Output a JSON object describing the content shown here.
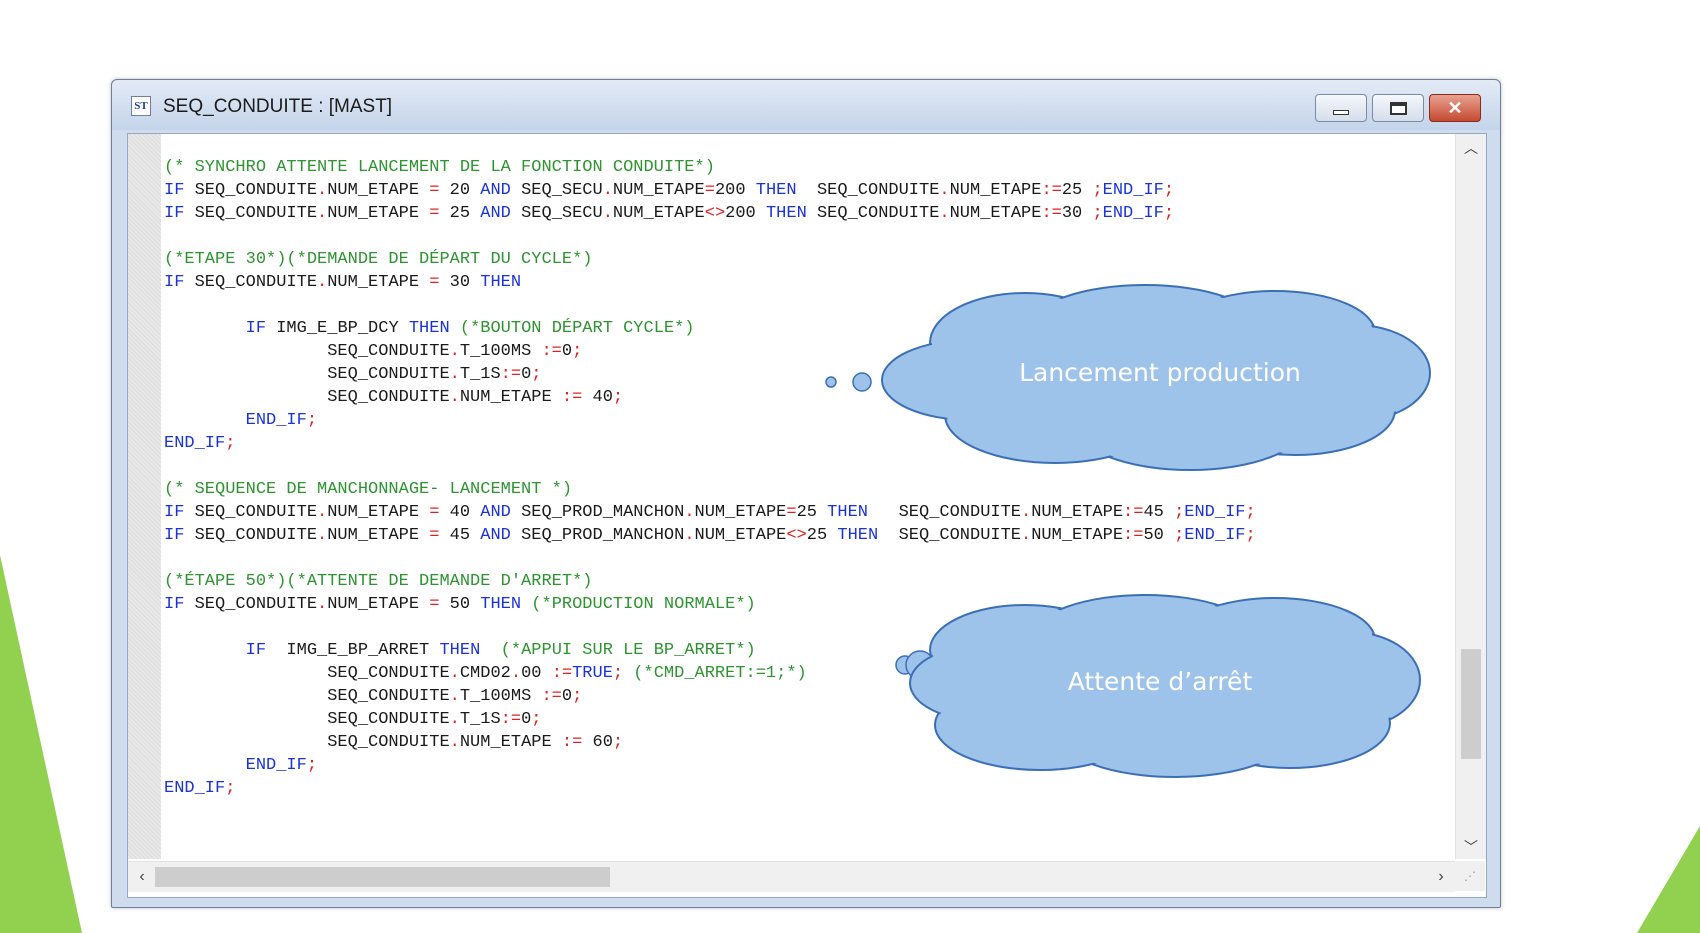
{
  "window": {
    "title": "SEQ_CONDUITE : [MAST]",
    "app_icon": "st-language-icon",
    "buttons": {
      "minimize_icon": "minimize-icon",
      "maximize_icon": "maximize-icon",
      "close_icon": "close-icon",
      "close_glyph": "✕"
    }
  },
  "colors": {
    "keyword": "#1a33d9",
    "comment": "#2e9430",
    "operator": "#e02020",
    "identifier": "#1a1a1a",
    "cloud_fill": "#9ec3ea",
    "cloud_stroke": "#3b6fb5",
    "slide_accent": "#92d050"
  },
  "code_lines": [
    [
      {
        "t": "(* SYNCHRO ATTENTE LANCEMENT DE LA FONCTION CONDUITE*)",
        "c": "cm"
      }
    ],
    [
      {
        "t": "IF",
        "c": "kw"
      },
      {
        "t": " SEQ_CONDUITE",
        "c": "id"
      },
      {
        "t": ".",
        "c": "op"
      },
      {
        "t": "NUM_ETAPE ",
        "c": "id"
      },
      {
        "t": "=",
        "c": "op"
      },
      {
        "t": " 20 ",
        "c": "id"
      },
      {
        "t": "AND",
        "c": "kw"
      },
      {
        "t": " SEQ_SECU",
        "c": "id"
      },
      {
        "t": ".",
        "c": "op"
      },
      {
        "t": "NUM_ETAPE",
        "c": "id"
      },
      {
        "t": "=",
        "c": "op"
      },
      {
        "t": "200 ",
        "c": "id"
      },
      {
        "t": "THEN",
        "c": "kw"
      },
      {
        "t": "  SEQ_CONDUITE",
        "c": "id"
      },
      {
        "t": ".",
        "c": "op"
      },
      {
        "t": "NUM_ETAPE",
        "c": "id"
      },
      {
        "t": ":=",
        "c": "op"
      },
      {
        "t": "25 ",
        "c": "id"
      },
      {
        "t": ";",
        "c": "op"
      },
      {
        "t": "END_IF",
        "c": "kw"
      },
      {
        "t": ";",
        "c": "op"
      }
    ],
    [
      {
        "t": "IF",
        "c": "kw"
      },
      {
        "t": " SEQ_CONDUITE",
        "c": "id"
      },
      {
        "t": ".",
        "c": "op"
      },
      {
        "t": "NUM_ETAPE ",
        "c": "id"
      },
      {
        "t": "=",
        "c": "op"
      },
      {
        "t": " 25 ",
        "c": "id"
      },
      {
        "t": "AND",
        "c": "kw"
      },
      {
        "t": " SEQ_SECU",
        "c": "id"
      },
      {
        "t": ".",
        "c": "op"
      },
      {
        "t": "NUM_ETAPE",
        "c": "id"
      },
      {
        "t": "<>",
        "c": "op"
      },
      {
        "t": "200 ",
        "c": "id"
      },
      {
        "t": "THEN",
        "c": "kw"
      },
      {
        "t": " SEQ_CONDUITE",
        "c": "id"
      },
      {
        "t": ".",
        "c": "op"
      },
      {
        "t": "NUM_ETAPE",
        "c": "id"
      },
      {
        "t": ":=",
        "c": "op"
      },
      {
        "t": "30 ",
        "c": "id"
      },
      {
        "t": ";",
        "c": "op"
      },
      {
        "t": "END_IF",
        "c": "kw"
      },
      {
        "t": ";",
        "c": "op"
      }
    ],
    [],
    [
      {
        "t": "(*ETAPE 30*)(*DEMANDE DE DÉPART DU CYCLE*)",
        "c": "cm"
      }
    ],
    [
      {
        "t": "IF",
        "c": "kw"
      },
      {
        "t": " SEQ_CONDUITE",
        "c": "id"
      },
      {
        "t": ".",
        "c": "op"
      },
      {
        "t": "NUM_ETAPE ",
        "c": "id"
      },
      {
        "t": "=",
        "c": "op"
      },
      {
        "t": " 30 ",
        "c": "id"
      },
      {
        "t": "THEN",
        "c": "kw"
      }
    ],
    [],
    [
      {
        "t": "        ",
        "c": "id"
      },
      {
        "t": "IF",
        "c": "kw"
      },
      {
        "t": " IMG_E_BP_DCY ",
        "c": "id"
      },
      {
        "t": "THEN",
        "c": "kw"
      },
      {
        "t": " (*BOUTON DÉPART CYCLE*)",
        "c": "cm"
      }
    ],
    [
      {
        "t": "                SEQ_CONDUITE",
        "c": "id"
      },
      {
        "t": ".",
        "c": "op"
      },
      {
        "t": "T_100MS ",
        "c": "id"
      },
      {
        "t": ":=",
        "c": "op"
      },
      {
        "t": "0",
        "c": "id"
      },
      {
        "t": ";",
        "c": "op"
      }
    ],
    [
      {
        "t": "                SEQ_CONDUITE",
        "c": "id"
      },
      {
        "t": ".",
        "c": "op"
      },
      {
        "t": "T_1S",
        "c": "id"
      },
      {
        "t": ":=",
        "c": "op"
      },
      {
        "t": "0",
        "c": "id"
      },
      {
        "t": ";",
        "c": "op"
      }
    ],
    [
      {
        "t": "                SEQ_CONDUITE",
        "c": "id"
      },
      {
        "t": ".",
        "c": "op"
      },
      {
        "t": "NUM_ETAPE ",
        "c": "id"
      },
      {
        "t": ":=",
        "c": "op"
      },
      {
        "t": " 40",
        "c": "id"
      },
      {
        "t": ";",
        "c": "op"
      }
    ],
    [
      {
        "t": "        ",
        "c": "id"
      },
      {
        "t": "END_IF",
        "c": "kw"
      },
      {
        "t": ";",
        "c": "op"
      }
    ],
    [
      {
        "t": "END_IF",
        "c": "kw"
      },
      {
        "t": ";",
        "c": "op"
      }
    ],
    [],
    [
      {
        "t": "(* SEQUENCE DE MANCHONNAGE- LANCEMENT *)",
        "c": "cm"
      }
    ],
    [
      {
        "t": "IF",
        "c": "kw"
      },
      {
        "t": " SEQ_CONDUITE",
        "c": "id"
      },
      {
        "t": ".",
        "c": "op"
      },
      {
        "t": "NUM_ETAPE ",
        "c": "id"
      },
      {
        "t": "=",
        "c": "op"
      },
      {
        "t": " 40 ",
        "c": "id"
      },
      {
        "t": "AND",
        "c": "kw"
      },
      {
        "t": " SEQ_PROD_MANCHON",
        "c": "id"
      },
      {
        "t": ".",
        "c": "op"
      },
      {
        "t": "NUM_ETAPE",
        "c": "id"
      },
      {
        "t": "=",
        "c": "op"
      },
      {
        "t": "25 ",
        "c": "id"
      },
      {
        "t": "THEN",
        "c": "kw"
      },
      {
        "t": "   SEQ_CONDUITE",
        "c": "id"
      },
      {
        "t": ".",
        "c": "op"
      },
      {
        "t": "NUM_ETAPE",
        "c": "id"
      },
      {
        "t": ":=",
        "c": "op"
      },
      {
        "t": "45 ",
        "c": "id"
      },
      {
        "t": ";",
        "c": "op"
      },
      {
        "t": "END_IF",
        "c": "kw"
      },
      {
        "t": ";",
        "c": "op"
      }
    ],
    [
      {
        "t": "IF",
        "c": "kw"
      },
      {
        "t": " SEQ_CONDUITE",
        "c": "id"
      },
      {
        "t": ".",
        "c": "op"
      },
      {
        "t": "NUM_ETAPE ",
        "c": "id"
      },
      {
        "t": "=",
        "c": "op"
      },
      {
        "t": " 45 ",
        "c": "id"
      },
      {
        "t": "AND",
        "c": "kw"
      },
      {
        "t": " SEQ_PROD_MANCHON",
        "c": "id"
      },
      {
        "t": ".",
        "c": "op"
      },
      {
        "t": "NUM_ETAPE",
        "c": "id"
      },
      {
        "t": "<>",
        "c": "op"
      },
      {
        "t": "25 ",
        "c": "id"
      },
      {
        "t": "THEN",
        "c": "kw"
      },
      {
        "t": "  SEQ_CONDUITE",
        "c": "id"
      },
      {
        "t": ".",
        "c": "op"
      },
      {
        "t": "NUM_ETAPE",
        "c": "id"
      },
      {
        "t": ":=",
        "c": "op"
      },
      {
        "t": "50 ",
        "c": "id"
      },
      {
        "t": ";",
        "c": "op"
      },
      {
        "t": "END_IF",
        "c": "kw"
      },
      {
        "t": ";",
        "c": "op"
      }
    ],
    [],
    [
      {
        "t": "(*ÉTAPE 50*)(*ATTENTE DE DEMANDE D'ARRET*)",
        "c": "cm"
      }
    ],
    [
      {
        "t": "IF",
        "c": "kw"
      },
      {
        "t": " SEQ_CONDUITE",
        "c": "id"
      },
      {
        "t": ".",
        "c": "op"
      },
      {
        "t": "NUM_ETAPE ",
        "c": "id"
      },
      {
        "t": "=",
        "c": "op"
      },
      {
        "t": " 50 ",
        "c": "id"
      },
      {
        "t": "THEN",
        "c": "kw"
      },
      {
        "t": " (*PRODUCTION NORMALE*)",
        "c": "cm"
      }
    ],
    [],
    [
      {
        "t": "        ",
        "c": "id"
      },
      {
        "t": "IF",
        "c": "kw"
      },
      {
        "t": "  IMG_E_BP_ARRET ",
        "c": "id"
      },
      {
        "t": "THEN",
        "c": "kw"
      },
      {
        "t": "  (*APPUI SUR LE BP_ARRET*)",
        "c": "cm"
      }
    ],
    [
      {
        "t": "                SEQ_CONDUITE",
        "c": "id"
      },
      {
        "t": ".",
        "c": "op"
      },
      {
        "t": "CMD02",
        "c": "id"
      },
      {
        "t": ".",
        "c": "op"
      },
      {
        "t": "00 ",
        "c": "id"
      },
      {
        "t": ":=",
        "c": "op"
      },
      {
        "t": "TRUE",
        "c": "kw"
      },
      {
        "t": ";",
        "c": "op"
      },
      {
        "t": " (*CMD_ARRET:=1;*)",
        "c": "cm"
      }
    ],
    [
      {
        "t": "                SEQ_CONDUITE",
        "c": "id"
      },
      {
        "t": ".",
        "c": "op"
      },
      {
        "t": "T_100MS ",
        "c": "id"
      },
      {
        "t": ":=",
        "c": "op"
      },
      {
        "t": "0",
        "c": "id"
      },
      {
        "t": ";",
        "c": "op"
      }
    ],
    [
      {
        "t": "                SEQ_CONDUITE",
        "c": "id"
      },
      {
        "t": ".",
        "c": "op"
      },
      {
        "t": "T_1S",
        "c": "id"
      },
      {
        "t": ":=",
        "c": "op"
      },
      {
        "t": "0",
        "c": "id"
      },
      {
        "t": ";",
        "c": "op"
      }
    ],
    [
      {
        "t": "                SEQ_CONDUITE",
        "c": "id"
      },
      {
        "t": ".",
        "c": "op"
      },
      {
        "t": "NUM_ETAPE ",
        "c": "id"
      },
      {
        "t": ":=",
        "c": "op"
      },
      {
        "t": " 60",
        "c": "id"
      },
      {
        "t": ";",
        "c": "op"
      }
    ],
    [
      {
        "t": "        ",
        "c": "id"
      },
      {
        "t": "END_IF",
        "c": "kw"
      },
      {
        "t": ";",
        "c": "op"
      }
    ],
    [
      {
        "t": "END_IF",
        "c": "kw"
      },
      {
        "t": ";",
        "c": "op"
      }
    ]
  ],
  "callouts": {
    "launch": {
      "label": "Lancement production"
    },
    "stop": {
      "label": "Attente d’arrêt"
    }
  },
  "scrollbars": {
    "up_icon": "chevron-up-icon",
    "down_icon": "chevron-down-icon",
    "left_icon": "chevron-left-icon",
    "right_icon": "chevron-right-icon",
    "grip_icon": "resize-grip-icon"
  }
}
